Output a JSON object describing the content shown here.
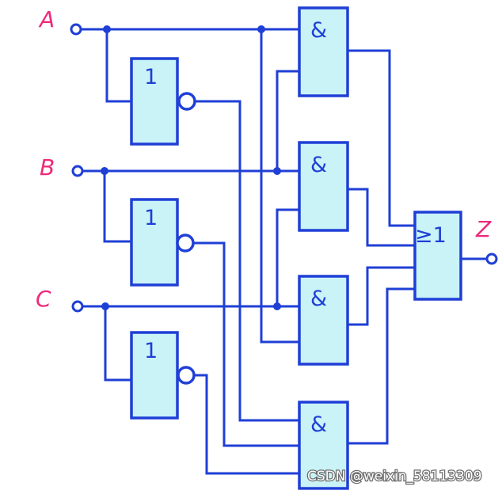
{
  "inputs": [
    {
      "name": "A"
    },
    {
      "name": "B"
    },
    {
      "name": "C"
    }
  ],
  "output": {
    "name": "Z"
  },
  "gates": {
    "not_symbol": "1",
    "and_symbol": "&",
    "or_symbol": "≥1"
  },
  "watermark": "CSDN @weixin_58113309",
  "colors": {
    "wire": "#1f3fd6",
    "gate_fill": "#c9f3f7",
    "label": "#ee2a7b",
    "background": "#ffffff"
  }
}
